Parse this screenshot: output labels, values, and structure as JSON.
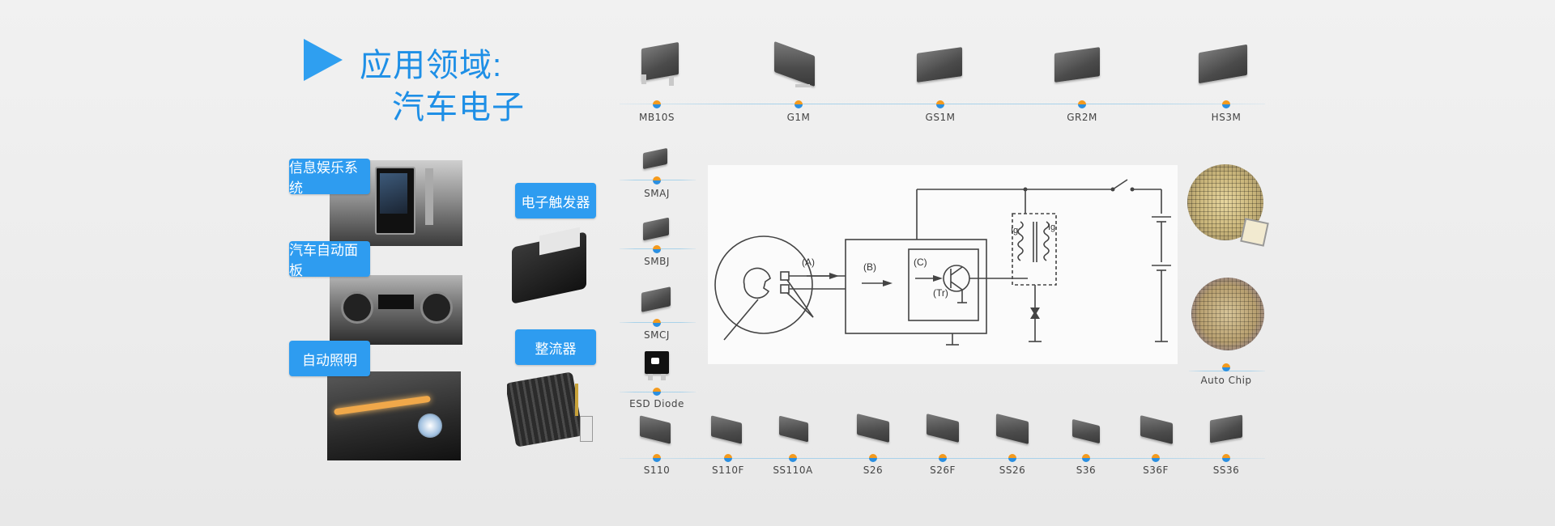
{
  "heading": {
    "line1": "应用领域:",
    "line2": "汽车电子"
  },
  "applications": [
    {
      "label": "信息娱乐系统"
    },
    {
      "label": "汽车自动面板"
    },
    {
      "label": "自动照明"
    }
  ],
  "modules": [
    {
      "label": "电子触发器"
    },
    {
      "label": "整流器"
    }
  ],
  "top_row": [
    "MB10S",
    "G1M",
    "GS1M",
    "GR2M",
    "HS3M"
  ],
  "left_column": [
    "SMAJ",
    "SMBJ",
    "SMCJ",
    "ESD Diode"
  ],
  "right_column": [
    "Auto Chip"
  ],
  "bottom_row": [
    "S110",
    "S110F",
    "SS110A",
    "S26",
    "S26F",
    "SS26",
    "S36",
    "S36F",
    "SS36"
  ],
  "diagram_labels": {
    "a": "(A)",
    "b": "(B)",
    "c": "(C)",
    "tr": "(Tr)",
    "ig1": "Ig",
    "ig2": "Ig"
  },
  "colors": {
    "accent": "#2e9cf0",
    "dot_top": "#f39a1e",
    "dot_bottom": "#2b8fe0"
  }
}
